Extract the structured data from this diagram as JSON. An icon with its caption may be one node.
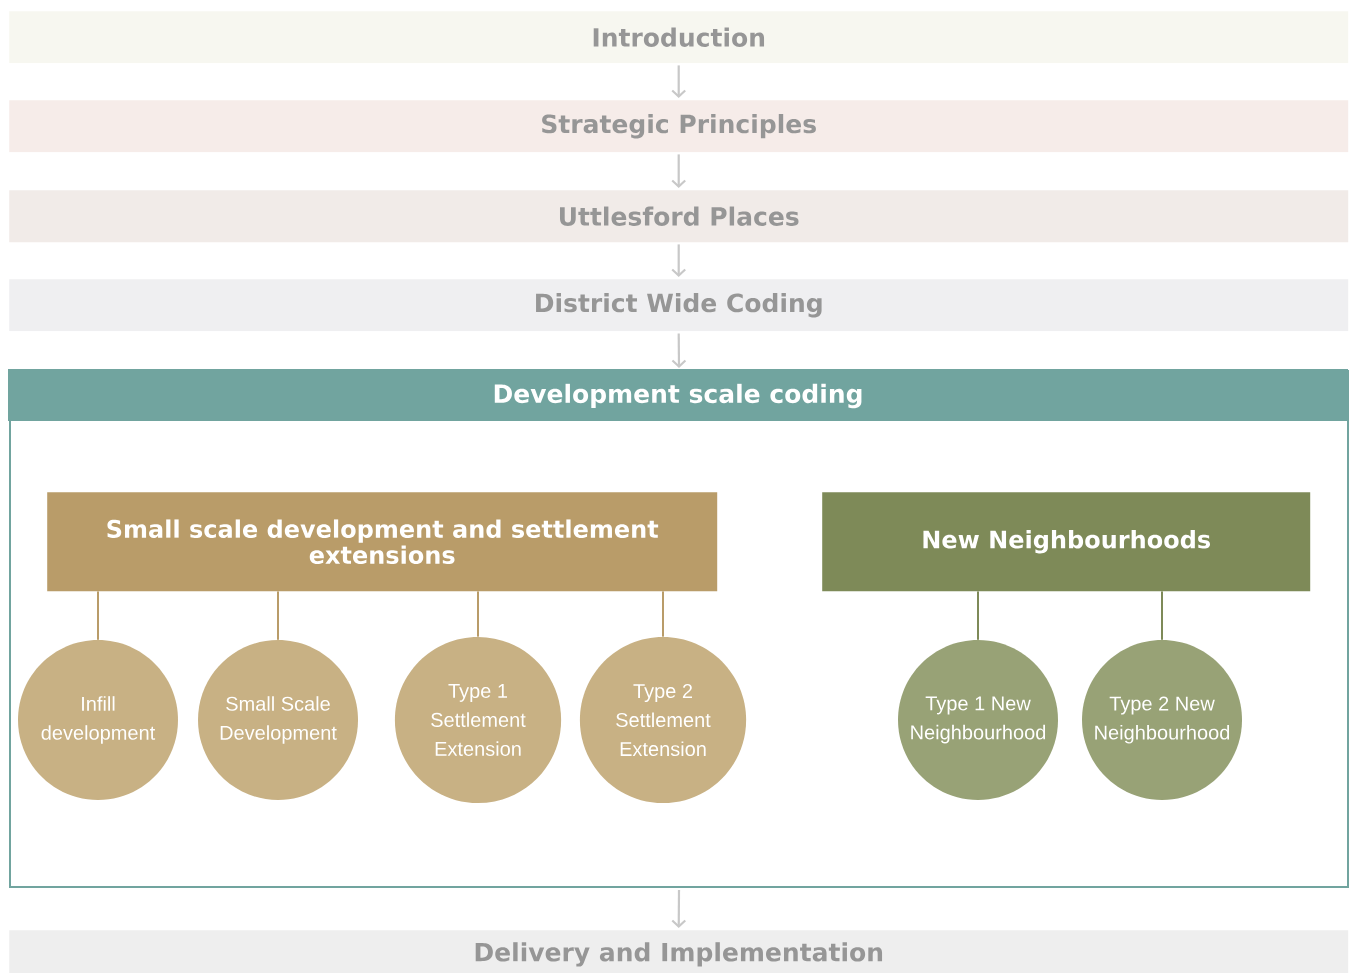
{
  "diagram": {
    "nodes": [
      {
        "text": [
          "Introduction"
        ]
      },
      {
        "text": [
          "Strategic Principles"
        ]
      },
      {
        "text": [
          "Uttlesford Places"
        ]
      },
      {
        "text": [
          "District Wide Coding"
        ]
      },
      {
        "text": [
          "Development scale coding"
        ]
      },
      {
        "text": [
          "Small scale development and settlement extensions"
        ],
        "in": 4
      },
      {
        "text": [
          "New Neighbourhoods"
        ],
        "in": 4
      },
      {
        "text": [
          "Infill development"
        ],
        "in": 4
      },
      {
        "text": [
          "Small Scale Development"
        ],
        "in": 4
      },
      {
        "text": [
          "Type 1 Settlement Extension"
        ],
        "in": 4
      },
      {
        "text": [
          "Type 2 Settlement Extension"
        ],
        "in": 4
      },
      {
        "text": [
          "Type 1 New Neighbourhood"
        ],
        "in": 4
      },
      {
        "text": [
          "Type 2 New Neighbourhood"
        ],
        "in": 4
      },
      {
        "text": [
          "Delivery and Implementation"
        ]
      }
    ],
    "edges": [
      {
        "from": 0,
        "to": 1,
        "arrow": "to"
      },
      {
        "from": 1,
        "to": 2,
        "arrow": "to"
      },
      {
        "from": 2,
        "to": 3,
        "arrow": "to"
      },
      {
        "from": 3,
        "to": 4,
        "arrow": "to"
      },
      {
        "from": 4,
        "to": 13,
        "arrow": "to"
      },
      {
        "from": 5,
        "to": 7,
        "arrow": "none",
        "color": "#b99c69"
      },
      {
        "from": 5,
        "to": 8,
        "arrow": "none",
        "color": "#b99c69"
      },
      {
        "from": 5,
        "to": 9,
        "arrow": "none",
        "color": "#b99c69"
      },
      {
        "from": 5,
        "to": 10,
        "arrow": "none",
        "color": "#b99c69"
      },
      {
        "from": 6,
        "to": 11,
        "arrow": "none",
        "color": "#7e8a58"
      },
      {
        "from": 6,
        "to": 12,
        "arrow": "none",
        "color": "#7e8a58"
      }
    ]
  }
}
